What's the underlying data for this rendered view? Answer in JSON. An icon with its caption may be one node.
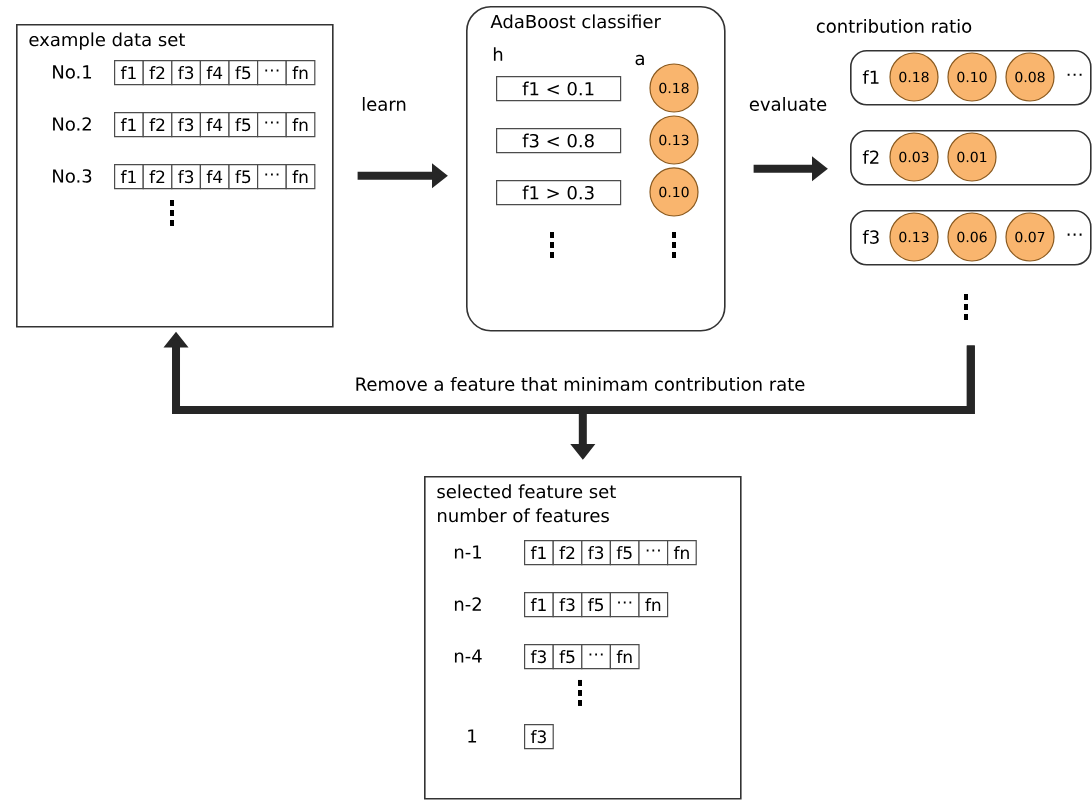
{
  "diagram": {
    "nodes": [
      {
        "text": [
          "example data set"
        ]
      },
      {
        "text": [
          "AdaBoost classifier"
        ]
      },
      {
        "text": [
          "f1",
          "⋯"
        ]
      },
      {
        "text": [
          "f2"
        ]
      },
      {
        "text": [
          "f3",
          "⋯"
        ]
      },
      {
        "text": [
          "selected feature set",
          "number of features"
        ]
      },
      {
        "text": [
          "f1"
        ],
        "in": 0
      },
      {
        "text": [
          "f2"
        ],
        "in": 0
      },
      {
        "text": [
          "f3"
        ],
        "in": 0
      },
      {
        "text": [
          "f4"
        ],
        "in": 0
      },
      {
        "text": [
          "f5"
        ],
        "in": 0
      },
      {
        "text": [
          "⋯"
        ],
        "in": 0
      },
      {
        "text": [
          "fn"
        ],
        "in": 0
      },
      {
        "text": [
          "f1"
        ],
        "in": 0
      },
      {
        "text": [
          "f2"
        ],
        "in": 0
      },
      {
        "text": [
          "f3"
        ],
        "in": 0
      },
      {
        "text": [
          "f4"
        ],
        "in": 0
      },
      {
        "text": [
          "f5"
        ],
        "in": 0
      },
      {
        "text": [
          "⋯"
        ],
        "in": 0
      },
      {
        "text": [
          "fn"
        ],
        "in": 0
      },
      {
        "text": [
          "f1"
        ],
        "in": 0
      },
      {
        "text": [
          "f2"
        ],
        "in": 0
      },
      {
        "text": [
          "f3"
        ],
        "in": 0
      },
      {
        "text": [
          "f4"
        ],
        "in": 0
      },
      {
        "text": [
          "f5"
        ],
        "in": 0
      },
      {
        "text": [
          "⋯"
        ],
        "in": 0
      },
      {
        "text": [
          "fn"
        ],
        "in": 0
      },
      {
        "text": [
          "f1 < 0.1"
        ],
        "in": 1
      },
      {
        "text": [
          "0.18"
        ],
        "in": 1
      },
      {
        "text": [
          "f3 < 0.8"
        ],
        "in": 1
      },
      {
        "text": [
          "0.13"
        ],
        "in": 1
      },
      {
        "text": [
          "f1 > 0.3"
        ],
        "in": 1
      },
      {
        "text": [
          "0.10"
        ],
        "in": 1
      },
      {
        "text": [
          "0.18"
        ],
        "in": 2
      },
      {
        "text": [
          "0.10"
        ],
        "in": 2
      },
      {
        "text": [
          "0.08"
        ],
        "in": 2
      },
      {
        "text": [
          "0.03"
        ],
        "in": 3
      },
      {
        "text": [
          "0.01"
        ],
        "in": 3
      },
      {
        "text": [
          "0.13"
        ],
        "in": 4
      },
      {
        "text": [
          "0.06"
        ],
        "in": 4
      },
      {
        "text": [
          "0.07"
        ],
        "in": 4
      },
      {
        "text": [
          "f1"
        ],
        "in": 5
      },
      {
        "text": [
          "f2"
        ],
        "in": 5
      },
      {
        "text": [
          "f3"
        ],
        "in": 5
      },
      {
        "text": [
          "f5"
        ],
        "in": 5
      },
      {
        "text": [
          "⋯"
        ],
        "in": 5
      },
      {
        "text": [
          "fn"
        ],
        "in": 5
      },
      {
        "text": [
          "f1"
        ],
        "in": 5
      },
      {
        "text": [
          "f3"
        ],
        "in": 5
      },
      {
        "text": [
          "f5"
        ],
        "in": 5
      },
      {
        "text": [
          "⋯"
        ],
        "in": 5
      },
      {
        "text": [
          "fn"
        ],
        "in": 5
      },
      {
        "text": [
          "f3"
        ],
        "in": 5
      },
      {
        "text": [
          "f5"
        ],
        "in": 5
      },
      {
        "text": [
          "⋯"
        ],
        "in": 5
      },
      {
        "text": [
          "fn"
        ],
        "in": 5
      },
      {
        "text": [
          "f3"
        ],
        "in": 5
      }
    ],
    "edges": [
      {
        "from": 0,
        "to": 1,
        "arrow": "to",
        "label": "learn"
      },
      {
        "from": 1,
        "to": 3,
        "arrow": "to",
        "label": "evaluate"
      },
      {
        "from": 4,
        "to": 0,
        "arrow": "to",
        "label": "Remove a feature that minimam contribution rate"
      },
      {
        "from": 4,
        "to": 5,
        "arrow": "to"
      }
    ],
    "labels": [
      "No.1",
      "No.2",
      "No.3",
      "h",
      "a",
      "contribution ratio",
      "n-1",
      "n-2",
      "n-4",
      "1"
    ]
  }
}
